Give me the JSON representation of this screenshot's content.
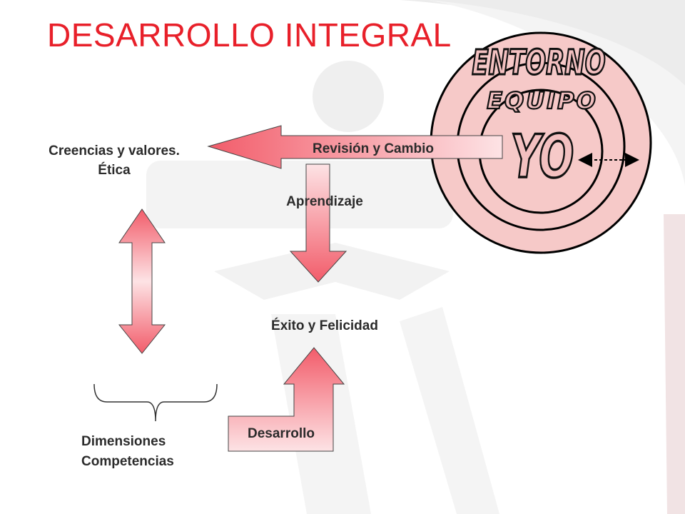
{
  "slide": {
    "title": "DESARROLLO INTEGRAL",
    "title_color": "#e8202a",
    "accent_color": "#f27a84"
  },
  "circles": {
    "outer_label": "ENTORNO",
    "middle_label": "EQUIPO",
    "inner_label": "YO"
  },
  "labels": {
    "creencias_line1": "Creencias y valores.",
    "creencias_line2": "Ética",
    "revision": "Revisión y Cambio",
    "aprendizaje": "Aprendizaje",
    "exito": "Éxito y Felicidad",
    "desarrollo": "Desarrollo",
    "dimensiones_line1": "Dimensiones",
    "dimensiones_line2": "Competencias"
  }
}
